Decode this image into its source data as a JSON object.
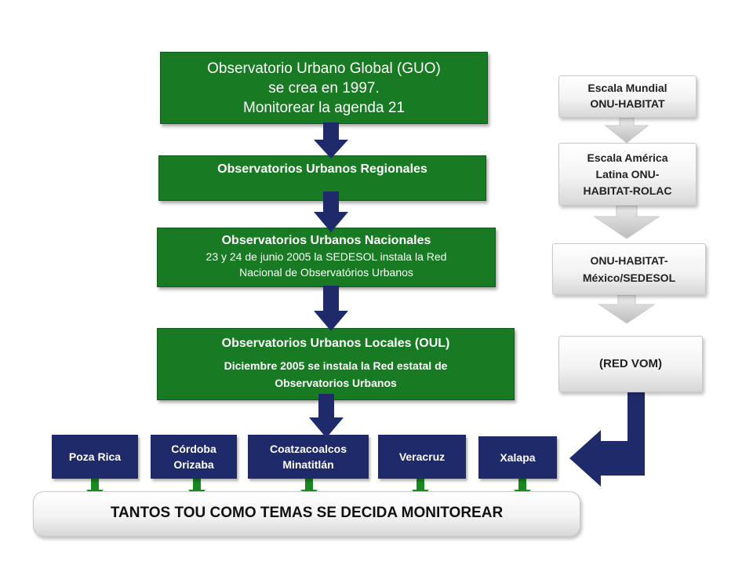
{
  "diagram": {
    "guo": {
      "line1": "Observatorio Urbano Global (GUO)",
      "line2": "se  crea en 1997.",
      "line3": "Monitorear la agenda 21"
    },
    "regionales": {
      "title": "Observatorios Urbanos Regionales"
    },
    "nacionales": {
      "title": "Observatorios Urbanos Nacionales",
      "line1": "23 y 24 de junio 2005 la SEDESOL instala la Red",
      "line2": "Nacional de Observatórios Urbanos"
    },
    "locales": {
      "title": "Observatorios Urbanos Locales (OUL)",
      "line1": "Diciembre  2005 se   instala la Red  estatal de",
      "line2": "Observatorios Urbanos"
    },
    "scales": {
      "mundial_line1": "Escala Mundial",
      "mundial_line2": "ONU-HABITAT",
      "america_line1": "Escala América",
      "america_line2": "Latina ONU-",
      "america_line3": "HABITAT-ROLAC",
      "mexico_line1": "ONU-HABITAT-",
      "mexico_line2": "México/SEDESOL",
      "redvom": "(RED VOM)"
    },
    "cities": {
      "poza_rica": "Poza Rica",
      "cordoba_line1": "Córdoba",
      "cordoba_line2": "Orizaba",
      "coatza_line1": "Coatzacoalcos",
      "coatza_line2": "Minatitlán",
      "veracruz": "Veracruz",
      "xalapa": "Xalapa"
    },
    "footer": "TANTOS TOU COMO TEMAS SE DECIDA MONITOREAR"
  },
  "colors": {
    "green_box": "#187a22",
    "navy": "#1f2a6b",
    "arrow_green": "#1a8a20",
    "gray_arrow": "#d9d9d9"
  }
}
